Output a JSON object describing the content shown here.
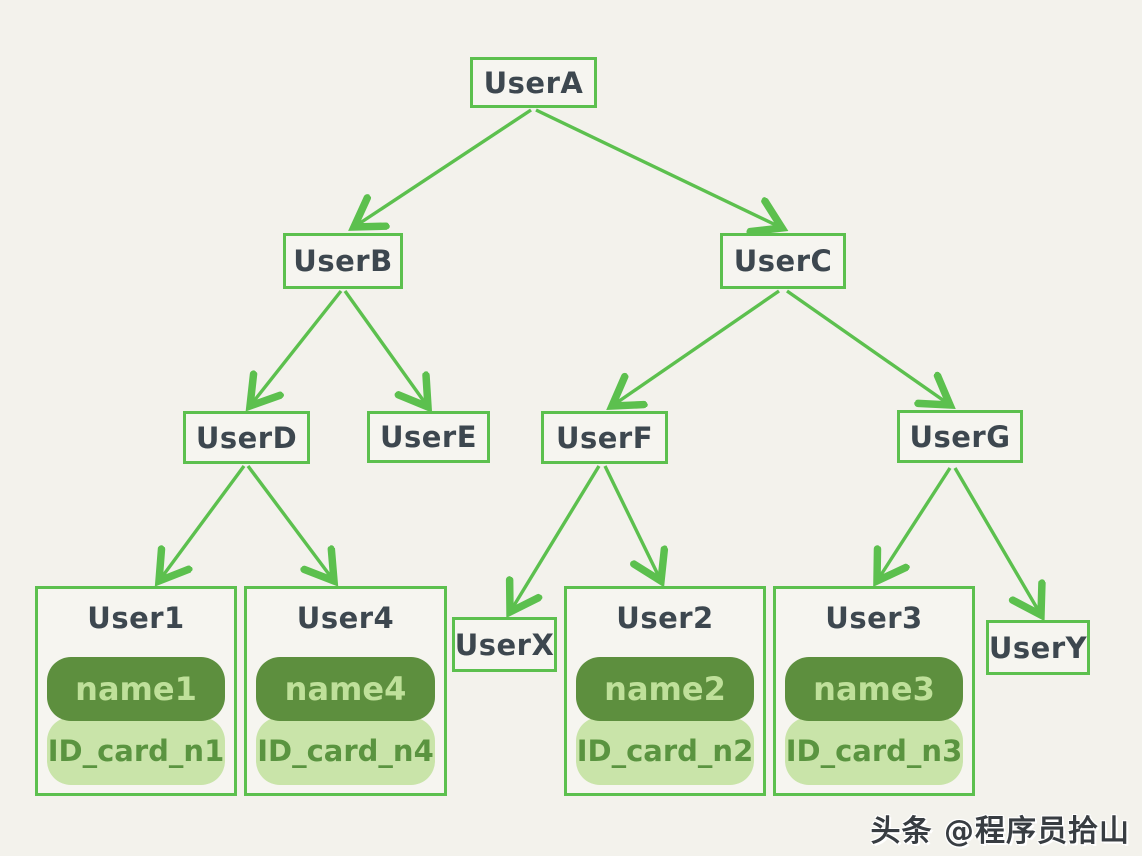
{
  "diagram": {
    "type": "tree",
    "nodes": {
      "userA": {
        "label": "UserA"
      },
      "userB": {
        "label": "UserB"
      },
      "userC": {
        "label": "UserC"
      },
      "userD": {
        "label": "UserD"
      },
      "userE": {
        "label": "UserE"
      },
      "userF": {
        "label": "UserF"
      },
      "userG": {
        "label": "UserG"
      },
      "userX": {
        "label": "UserX"
      },
      "userY": {
        "label": "UserY"
      },
      "user1": {
        "label": "User1",
        "name": "name1",
        "id_card": "ID_card_n1"
      },
      "user4": {
        "label": "User4",
        "name": "name4",
        "id_card": "ID_card_n4"
      },
      "user2": {
        "label": "User2",
        "name": "name2",
        "id_card": "ID_card_n2"
      },
      "user3": {
        "label": "User3",
        "name": "name3",
        "id_card": "ID_card_n3"
      }
    },
    "edges": [
      {
        "from": "UserA",
        "to": "UserB"
      },
      {
        "from": "UserA",
        "to": "UserC"
      },
      {
        "from": "UserB",
        "to": "UserD"
      },
      {
        "from": "UserB",
        "to": "UserE"
      },
      {
        "from": "UserC",
        "to": "UserF"
      },
      {
        "from": "UserC",
        "to": "UserG"
      },
      {
        "from": "UserD",
        "to": "User1"
      },
      {
        "from": "UserD",
        "to": "User4"
      },
      {
        "from": "UserF",
        "to": "UserX"
      },
      {
        "from": "UserF",
        "to": "User2"
      },
      {
        "from": "UserG",
        "to": "User3"
      },
      {
        "from": "UserG",
        "to": "UserY"
      }
    ],
    "colors": {
      "background": "#f3f2ec",
      "line_green": "#5cc04e",
      "node_text": "#3d474f",
      "pill_dark_green": "#5d8f3e",
      "pill_dark_text": "#bfe09a",
      "pill_light_green": "#c9e4a9",
      "pill_light_text": "#5a9440"
    }
  },
  "watermark": {
    "text": "头条 @程序员拾山"
  }
}
